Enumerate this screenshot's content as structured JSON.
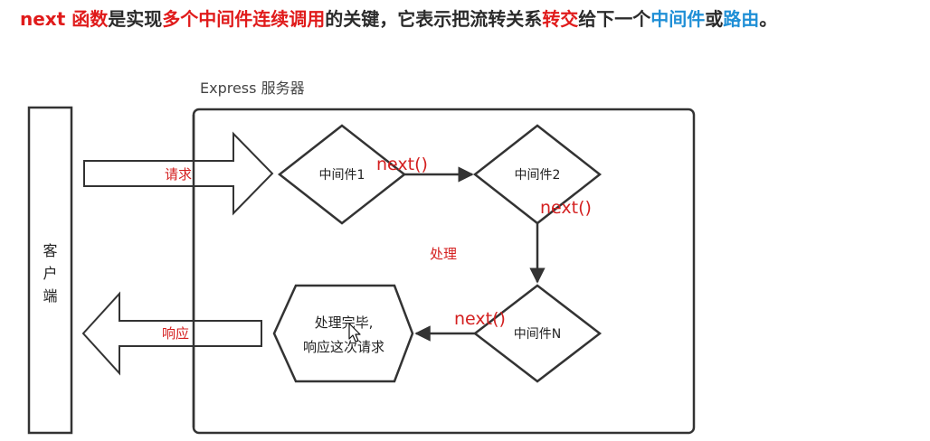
{
  "headline": {
    "seg1": "next 函数",
    "seg2": "是实现",
    "seg3": "多个中间件连续调用",
    "seg4": "的关键，它表示把流转关系",
    "seg5": "转交",
    "seg6": "给下一个",
    "seg7": "中间件",
    "seg8": "或",
    "seg9": "路由",
    "seg10": "。"
  },
  "diagram": {
    "server_label": "Express 服务器",
    "client_label": [
      "客",
      "户",
      "端"
    ],
    "request_label": "请求",
    "response_label": "响应",
    "middleware1": "中间件1",
    "middleware2": "中间件2",
    "middlewareN": "中间件N",
    "next_1": "next()",
    "next_2": "next()",
    "next_3": "next()",
    "process_label": "处理",
    "done_line1": "处理完毕,",
    "done_line2": "响应这次请求"
  },
  "colors": {
    "headline_text": "#2b2b2b",
    "highlight_red": "#e01b1b",
    "highlight_blue": "#1f8fd6",
    "diagram_label_red": "#d42020",
    "stroke": "#333333"
  }
}
